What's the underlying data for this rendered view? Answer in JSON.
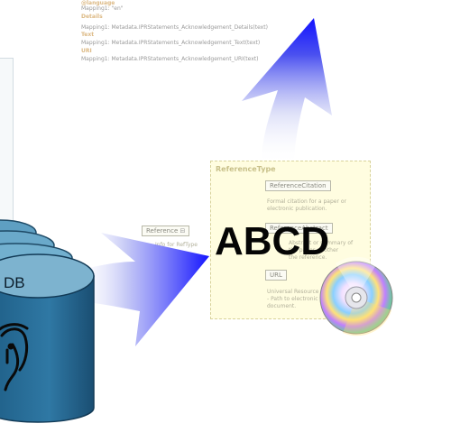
{
  "mapping_panel": {
    "lines": [
      {
        "key": "@language",
        "text": ""
      },
      {
        "key": "",
        "text": "Mapping1: \"en\""
      },
      {
        "key": "Details",
        "text": ""
      },
      {
        "key": "",
        "text": "Mapping1: Metadata.IPRStatements_Acknowledgement_Details(text)"
      },
      {
        "key": "Text",
        "text": ""
      },
      {
        "key": "",
        "text": "Mapping1: Metadata.IPRStatements_Acknowledgement_Text(text)"
      },
      {
        "key": "URI",
        "text": ""
      },
      {
        "key": "",
        "text": "Mapping1: Metadata.IPRStatements_Acknowledgement_URI(text)"
      }
    ]
  },
  "schema": {
    "type_name": "ReferenceType",
    "reference": {
      "label": "Reference",
      "desc": "Info for RefType"
    },
    "elements": [
      {
        "label": "ReferenceCitation",
        "desc": [
          "Formal citation for a paper or",
          "electronic publication."
        ]
      },
      {
        "label": "ReferenceAbstract",
        "desc": [
          "Abstract or summary of",
          "the paper or other",
          "the reference."
        ]
      },
      {
        "label": "URL",
        "desc": [
          "Universal Resource Locator",
          "- Path to electronic",
          "document."
        ]
      }
    ]
  },
  "overlay_text": "ABCD",
  "database": {
    "label": "DB"
  },
  "colors": {
    "arrow_fill": "#1a1aff",
    "db_body": "#2a6e98",
    "db_top": "#7db3cf",
    "schema_bg": "#fffcd6"
  },
  "icons": [
    "database-icon",
    "elephant-icon",
    "cd-disc-icon",
    "arrow-icon"
  ]
}
